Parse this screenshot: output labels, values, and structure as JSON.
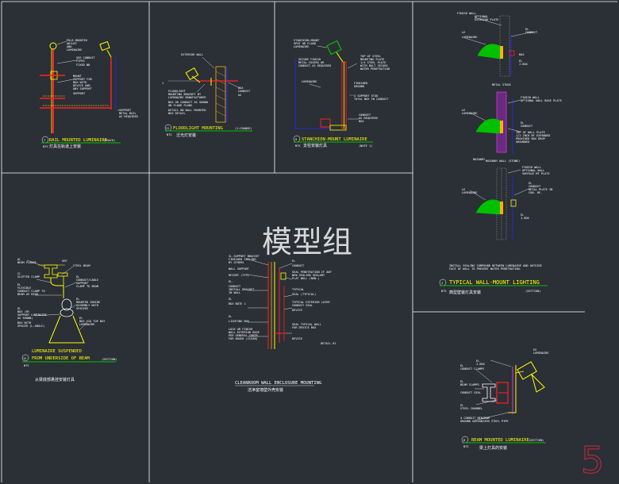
{
  "watermark": "模型组",
  "page_number": "5",
  "panels": {
    "rail": {
      "num": "7",
      "title": "RAIL MOUNTED LUMINAIRE",
      "cn": "灯具在轨道上安装",
      "scale": "NTS",
      "ref": "(TRACK)"
    },
    "flood": {
      "num": "11",
      "title": "FLOODLIGHT MOUNTING",
      "cn": "泛光灯安装",
      "scale": "NTS",
      "ref": "(1:CHANGE)"
    },
    "stanchion": {
      "num": "9",
      "title": "STANCHION-MOUNT LUMINAIRE",
      "cn": "支柱安装灯具",
      "scale": "NTS",
      "ref": "(NOTE 1)"
    },
    "wall": {
      "num": "1",
      "title": "TYPICAL WALL-MOUNT LIGHTING",
      "cn": "典型壁装灯具安装",
      "scale": "NTS",
      "ref": "(SECTION)",
      "note_line1": "INSTALL SEALING COMPOUND BETWEEN LUMINAIRE AND OUTSIDE",
      "note_line2": "FACE OF WALL TO PREVENT WATER PENETRATION."
    },
    "suspended": {
      "num": "12",
      "title_line1": "LUMINAIRE SUSPENDED",
      "title_line2": "FROM UNDERSIDE OF BEAM",
      "cn": "从梁底部悬挂安装灯具",
      "scale": "NTS",
      "ref": "(SECTION)"
    },
    "cleanroom": {
      "title": "CLEANROOM WALL ENCLOSURE MOUNTING",
      "cn": "洁净室墙壁外壳安装",
      "detail": "DETAIL 01"
    },
    "beam": {
      "num": "8",
      "title": "BEAM MOUNTED LUMINAIRE",
      "cn": "梁上灯具的安装",
      "scale": "NTS",
      "ref": "(SECTION)"
    }
  },
  "colors": {
    "background": "#2b2f36",
    "border": "#ffffff",
    "yellow": "#ffff00",
    "green": "#00c000",
    "red": "#ff2020",
    "blue": "#2a2aff",
    "magenta": "#ff40ff",
    "cyan": "#40e0ff",
    "orange": "#ffb000"
  }
}
